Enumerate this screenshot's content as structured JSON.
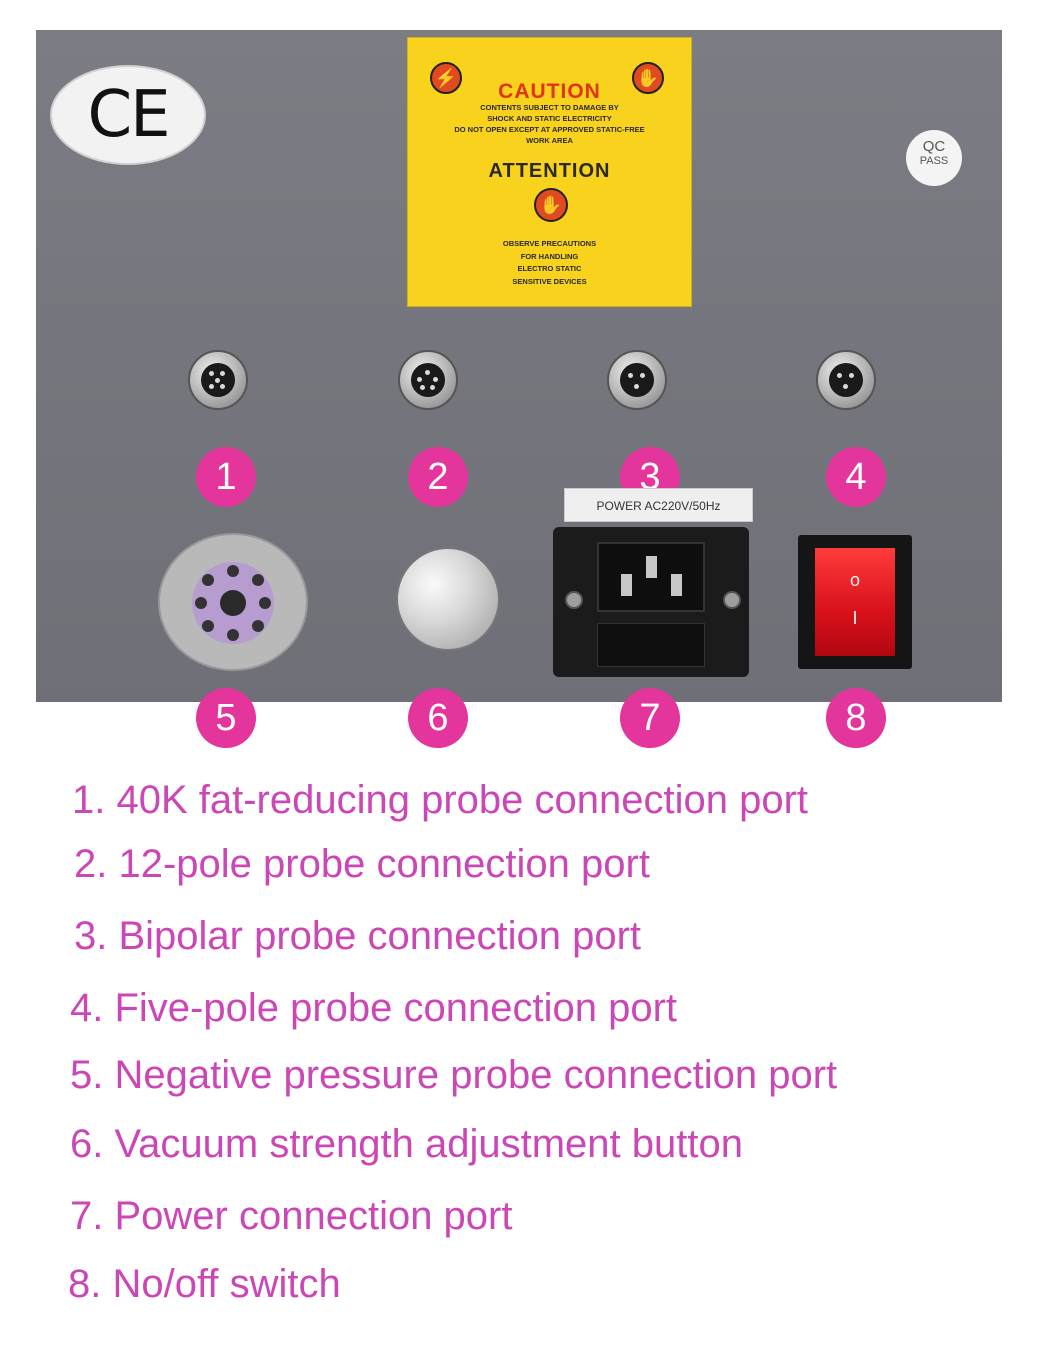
{
  "labels": {
    "ce": "CE",
    "qc_top": "QC",
    "qc_bottom": "PASS",
    "caution_title": "CAUTION",
    "caution_lines": [
      "CONTENTS SUBJECT TO DAMAGE BY",
      "SHOCK AND STATIC ELECTRICITY",
      "DO NOT OPEN EXCEPT AT APPROVED STATIC-FREE",
      "WORK AREA"
    ],
    "attention_title": "ATTENTION",
    "attention_lines": [
      "OBSERVE PRECAUTIONS",
      "FOR HANDLING",
      "ELECTRO STATIC",
      "SENSITIVE DEVICES"
    ],
    "power_label": "POWER AC220V/50Hz",
    "switch_on": "o",
    "switch_off": "I"
  },
  "numbers": [
    "1",
    "2",
    "3",
    "4",
    "5",
    "6",
    "7",
    "8"
  ],
  "legend": [
    "1. 40K fat-reducing probe connection port",
    "2. 12-pole probe connection port",
    "3. Bipolar probe connection port",
    "4. Five-pole probe connection port",
    "5. Negative pressure probe connection port",
    "6. Vacuum strength adjustment button",
    "7. Power connection port",
    "8. No/off switch"
  ],
  "colors": {
    "panel": "#75767d",
    "caution_yellow": "#f8d21c",
    "badge_pink": "#e3359c",
    "legend_text": "#cc47b6",
    "switch_red": "#e0121c"
  }
}
